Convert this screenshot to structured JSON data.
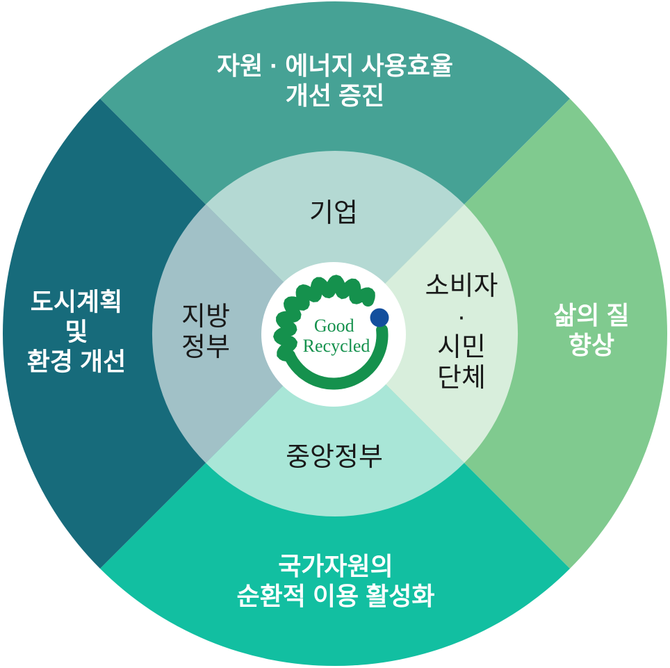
{
  "colors": {
    "outer_top": "#46a295",
    "outer_right": "#80ca8f",
    "outer_bottom": "#12bfa1",
    "outer_left": "#176b7b",
    "inner_top": "#b4d9d3",
    "inner_right": "#d8eedc",
    "inner_bottom": "#a9e6d7",
    "inner_left": "#a1c1c7",
    "center_bg": "#ffffff",
    "logo_green": "#15914d",
    "logo_blue": "#134f9d",
    "text_dark": "#191919",
    "text_light": "#ffffff"
  },
  "outer_labels": {
    "top": {
      "lines": [
        "자원 · 에너지 사용효율",
        "개선 증진"
      ]
    },
    "right": {
      "lines": [
        "삶의 질",
        "향상"
      ]
    },
    "bottom": {
      "lines": [
        "국가자원의",
        "순환적 이용 활성화"
      ]
    },
    "left": {
      "lines": [
        "도시계획",
        "및",
        "환경 개선"
      ]
    }
  },
  "inner_labels": {
    "top": {
      "lines": [
        "기업"
      ]
    },
    "right": {
      "lines": [
        "소비자",
        "·",
        "시민",
        "단체"
      ]
    },
    "bottom": {
      "lines": [
        "중앙정부"
      ]
    },
    "left": {
      "lines": [
        "지방",
        "정부"
      ]
    }
  },
  "logo": {
    "line1": "Good",
    "line2": "Recycled"
  }
}
